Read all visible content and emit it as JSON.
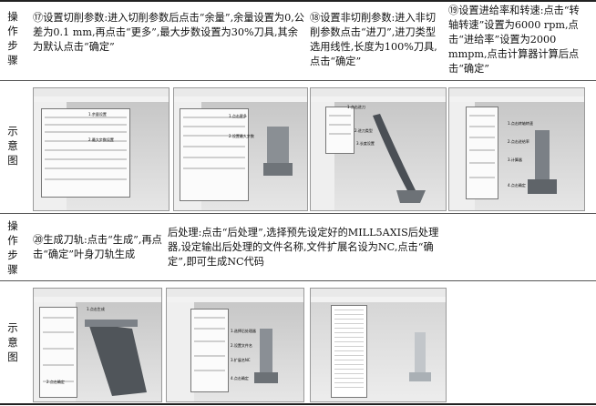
{
  "side_labels": {
    "row1_steps": "操作步骤",
    "row1_diagram": "示意图",
    "row2_steps": "操作步骤",
    "row2_diagram": "示意图"
  },
  "steps": {
    "step17": "⑰设置切削参数:进入切削参数后点击“余量”,余量设置为0,公差为0.1 mm,再点击“更多”,最大步数设置为30%刀具,其余为默认点击“确定”",
    "step18": "⑱设置非切削参数:进入非切削参数点击“进刀”,进刀类型选用线性,长度为100%刀具,点击“确定”",
    "step19": "⑲设置进给率和转速:点击“转轴转速”设置为6000 rpm,点击“进给率”设置为2000 mmpm,点击计算器计算后点击“确定”",
    "step20": "⑳生成刀轨:点击“生成”,再点击“确定”叶身刀轨生成",
    "post": "后处理:点击“后处理”,选择预先设定好的MILL5AXIS后处理器,设定输出后处理的文件名称,文件扩展名设为NC,点击“确定”,即可生成NC代码"
  },
  "screens": {
    "s1": {
      "ann1": "1.余量设置",
      "ann2": "2.最大步数设置"
    },
    "s2": {
      "ann1": "1.点击更多",
      "ann2": "2.设置最大步数"
    },
    "s3": {
      "ann1": "1.点击进刀",
      "ann2": "2.进刀类型",
      "ann3": "3.长度设置"
    },
    "s4": {
      "ann1": "1.点击转轴转速",
      "ann2": "2.点击进给率",
      "ann3": "3.计算器",
      "ann4": "4.点击确定"
    },
    "s5": {
      "ann1": "1.点击生成",
      "ann2": "2.点击确定"
    },
    "s6": {
      "ann1": "1.选择后处理器",
      "ann2": "2.设置文件名",
      "ann3": "3.扩展名NC",
      "ann4": "4.点击确定"
    }
  }
}
